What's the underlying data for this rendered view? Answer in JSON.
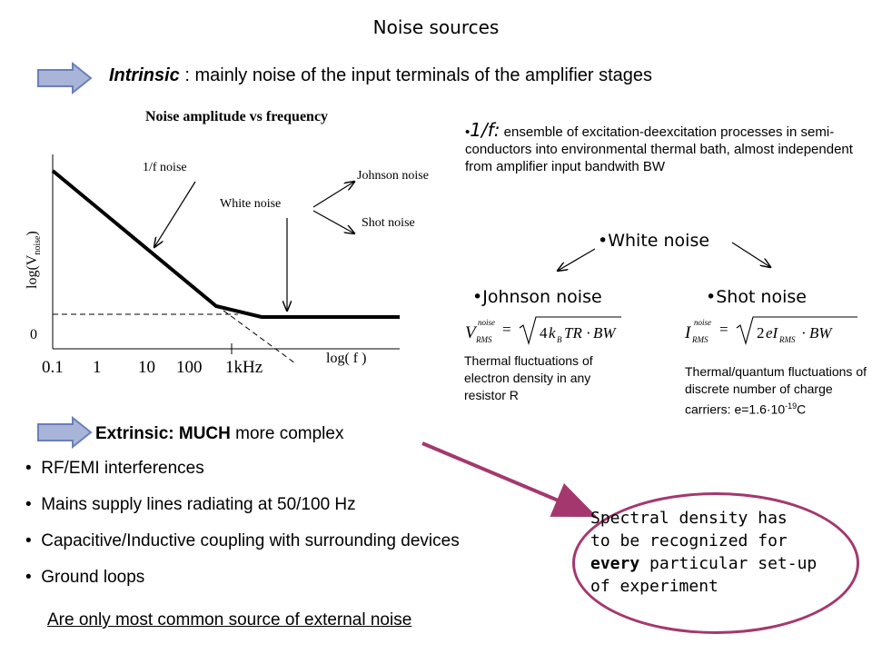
{
  "title": "Noise sources",
  "intrinsic": {
    "label": "Intrinsic",
    "text": " : mainly noise of the input terminals of the amplifier stages"
  },
  "graph": {
    "title": "Noise amplitude vs frequency",
    "ylabel_main": "log(V",
    "ylabel_sub": "noise",
    "ylabel_end": ")",
    "zero": "0",
    "ticks": [
      "0.1",
      "1",
      "10",
      "100",
      "1kHz"
    ],
    "xlabel": "log( f )",
    "label_1f": "1/f noise",
    "label_white": "White noise",
    "label_johnson": "Johnson noise",
    "label_shot": "Shot noise"
  },
  "onef": {
    "lead": "1/f:",
    "text": " ensemble of excitation-deexcitation processes in semi-conductors into environmental thermal bath, almost independent from amplifier input bandwith BW"
  },
  "tree": {
    "white": "White noise",
    "johnson": "Johnson noise",
    "shot": "Shot noise",
    "johnson_formula": "V_RMS^noise = sqrt(4 k_B T R · BW)",
    "shot_formula": "I_RMS^noise = sqrt(2 e I_RMS · BW)",
    "johnson_desc": "Thermal fluctuations of electron density in any resistor R",
    "shot_desc_main": "Thermal/quantum fluctuations of discrete number of charge carriers: e=1.6·10",
    "shot_desc_exp": "-19",
    "shot_desc_unit": "C"
  },
  "extrinsic": {
    "bold": "Extrinsic: MUCH",
    "rest": " more complex",
    "items": [
      "RF/EMI interferences",
      "Mains supply lines radiating at 50/100 Hz",
      "Capacitive/Inductive coupling with surrounding devices",
      "Ground loops"
    ],
    "note": "Are only most common source of external noise "
  },
  "callout": {
    "line1": "Spectral density has",
    "line2": "to be recognized for",
    "line3_bold": "every",
    "line3_rest": " particular set-up",
    "line4": "of experiment"
  },
  "colors": {
    "arrow_fill": "#a8b4d8",
    "arrow_stroke": "#6b7fb8",
    "callout": "#a4386e"
  }
}
